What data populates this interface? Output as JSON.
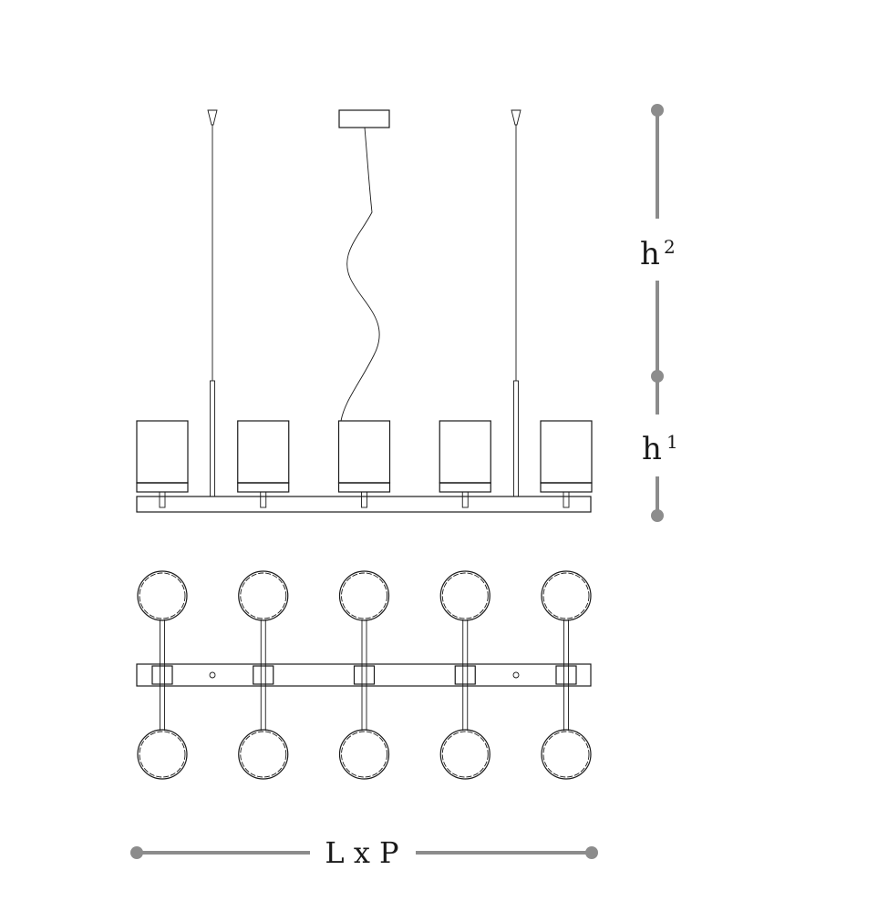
{
  "dimensions": {
    "h2": {
      "base": "h",
      "sup": "2"
    },
    "h1": {
      "base": "h",
      "sup": "1"
    },
    "width_depth": "L x P"
  },
  "colors": {
    "line": "#1a1a1a",
    "dimension": "#8c8c8c",
    "background": "#ffffff"
  },
  "lamp_count": 5
}
